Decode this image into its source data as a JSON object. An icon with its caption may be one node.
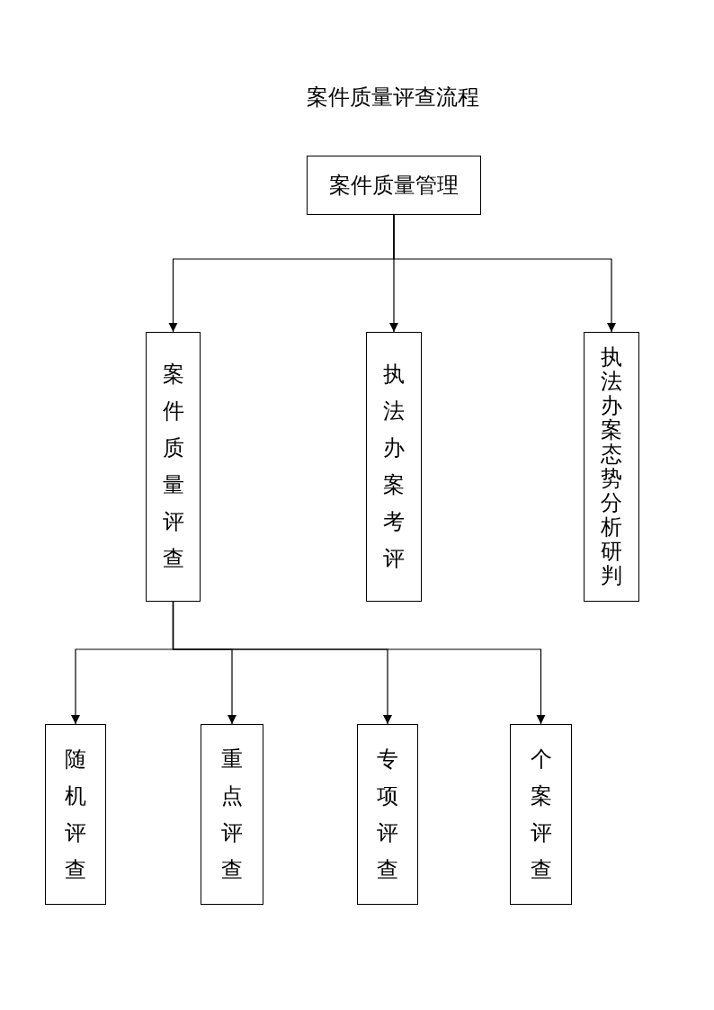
{
  "diagram": {
    "title": "案件质量评查流程",
    "nodes": [
      {
        "text": [
          "案件质量管理"
        ]
      },
      {
        "text": [
          "案件质量评查"
        ]
      },
      {
        "text": [
          "执法办案考评"
        ]
      },
      {
        "text": [
          "执法办案态势分析研判"
        ]
      },
      {
        "text": [
          "随机评查"
        ]
      },
      {
        "text": [
          "重点评查"
        ]
      },
      {
        "text": [
          "专项评查"
        ]
      },
      {
        "text": [
          "个案评查"
        ]
      }
    ],
    "edges": [
      {
        "from": 0,
        "to": 1,
        "arrow": "to"
      },
      {
        "from": 0,
        "to": 2,
        "arrow": "to"
      },
      {
        "from": 0,
        "to": 3,
        "arrow": "to"
      },
      {
        "from": 1,
        "to": 4,
        "arrow": "to"
      },
      {
        "from": 1,
        "to": 5,
        "arrow": "to"
      },
      {
        "from": 1,
        "to": 6,
        "arrow": "to"
      },
      {
        "from": 1,
        "to": 7,
        "arrow": "to"
      }
    ]
  }
}
